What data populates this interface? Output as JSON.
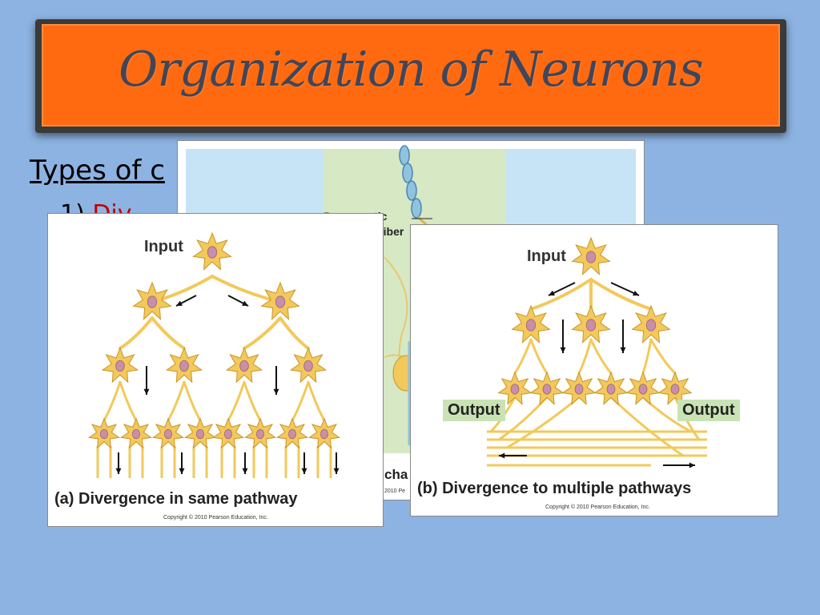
{
  "slide": {
    "title": "Organization of Neurons",
    "bullet": "Types of c",
    "sub_bullet_prefix": "1) ",
    "sub_bullet_red": "Div"
  },
  "colors": {
    "background": "#8db3e2",
    "title_bar": "#ff6a10",
    "title_text": "#40465a",
    "neuron_fill": "#f2c95a",
    "neuron_stroke": "#c9952a",
    "output_label_bg": "#c9e3b5",
    "back_panel_green": "#d6e8c4",
    "back_panel_blue": "#c6e4f5",
    "red_text": "#c00000"
  },
  "back_figure": {
    "label_line1": "Presynaptic",
    "label_line2": "fiber",
    "caption_fragment": "cha",
    "copyright_fragment": "2010 Pe"
  },
  "figure_a": {
    "input_label": "Input",
    "caption": "(a) Divergence in same pathway",
    "copyright": "Copyright © 2010 Pearson Education, Inc."
  },
  "figure_b": {
    "input_label": "Input",
    "output_left": "Output",
    "output_right": "Output",
    "caption": "(b) Divergence to multiple pathways",
    "copyright": "Copyright © 2010 Pearson Education, Inc."
  }
}
